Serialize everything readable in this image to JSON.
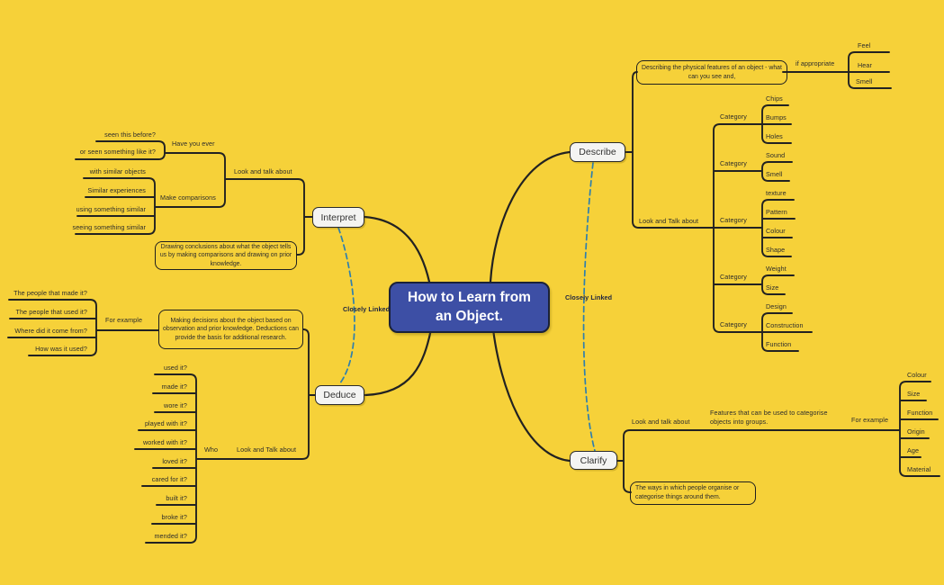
{
  "title": "How to Learn from an Object.",
  "colors": {
    "bg": "#F6D139",
    "line": "#222222",
    "link": "#2E7FAE",
    "center-fill": "#3D4FA5",
    "center-border": "#1B2238",
    "node-fill": "#F4F4F2"
  },
  "links": {
    "closely_linked": "Closely Linked"
  },
  "describe": {
    "label": "Describe",
    "intro_box": "Describing the physical features of an object - what can you see and,",
    "if_appropriate": "if appropriate",
    "senses": [
      "Feel",
      "Hear",
      "Smell"
    ],
    "look_label": "Look and Talk about",
    "category_label": "Category",
    "categories": [
      {
        "items": [
          "Chips",
          "Bumps",
          "Holes"
        ]
      },
      {
        "items": [
          "Sound",
          "Smell"
        ]
      },
      {
        "items": [
          "texture",
          "Pattern",
          "Colour",
          "Shape"
        ]
      },
      {
        "items": [
          "Weight",
          "Size"
        ]
      },
      {
        "items": [
          "Design",
          "Construction",
          "Function"
        ]
      }
    ]
  },
  "interpret": {
    "label": "Interpret",
    "look_label": "Look and talk about",
    "have_you_ever": {
      "label": "Have you ever",
      "items": [
        "seen this before?",
        "or seen something like it?"
      ]
    },
    "make_comparisons": {
      "label": "Make comparisons",
      "items": [
        "with similar objects",
        "Similar experiences",
        "using something similar",
        "seeing something similar"
      ]
    },
    "conclusion_box": "Drawing conclusions about what the object tells us by making comparisons and drawing on prior knowledge."
  },
  "deduce": {
    "label": "Deduce",
    "for_example_label": "For example",
    "for_example_items": [
      "The people that made it?",
      "The people that used it?",
      "Where did it come from?",
      "How was it used?"
    ],
    "decision_box": "Making decisions about the object based on observation and prior knowledge. Deductions can provide the basis for additional research.",
    "who_label": "Who",
    "look_label": "Look and Talk about",
    "who_items": [
      "used it?",
      "made it?",
      "wore it?",
      "played with it?",
      "worked with it?",
      "loved it?",
      "cared for it?",
      "built it?",
      "broke it?",
      "mended it?"
    ]
  },
  "clarify": {
    "label": "Clarify",
    "look_label": "Look and talk about",
    "features_label": "Features that can be used to categorise objects into groups.",
    "for_example_label": "For example",
    "example_items": [
      "Colour",
      "Size",
      "Function",
      "Origin",
      "Age",
      "Material"
    ],
    "ways_box": "The ways in which people organise or categorise things around them."
  }
}
